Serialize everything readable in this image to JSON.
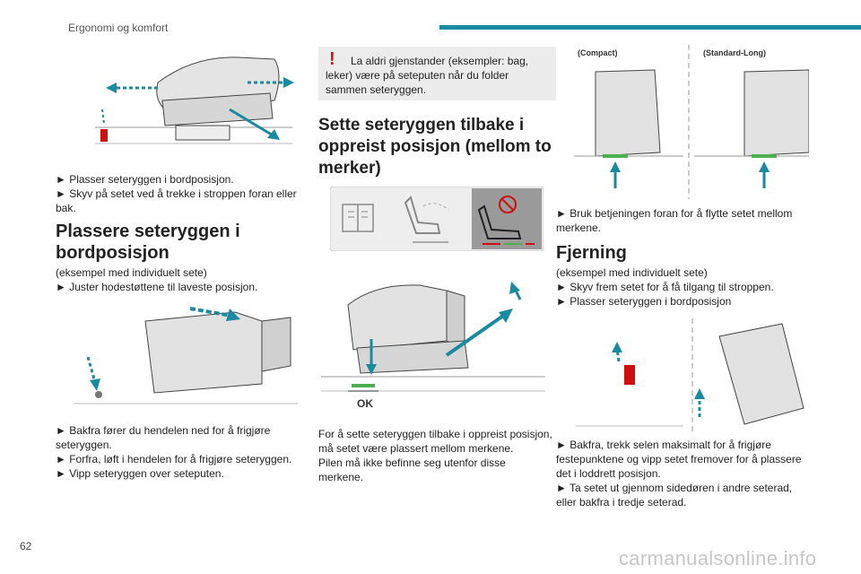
{
  "header": {
    "section_title": "Ergonomi og komfort"
  },
  "page_number": "62",
  "watermark": "carmanualsonline.info",
  "colors": {
    "accent": "#1a8aa0",
    "arrow": "#1a8aa0",
    "warning": "#d01010",
    "ok_mark": "#4caf50"
  },
  "column1": {
    "steps_top": [
      "► Plasser seteryggen i bordposisjon.",
      "► Skyv på setet ved å trekke i stroppen foran eller bak."
    ],
    "heading": "Plassere seteryggen i bordposisjon",
    "intro": "(eksempel med individuelt sete)",
    "step_adjust": "► Juster hodestøttene til laveste posisjon.",
    "steps_bottom": [
      "► Bakfra fører du hendelen ned for å frigjøre seteryggen.",
      "► Forfra, løft i hendelen for å frigjøre seteryggen.",
      "► Vipp seteryggen over seteputen."
    ]
  },
  "column2": {
    "warning": "La aldri gjenstander (eksempler: bag, leker) være på seteputen når du folder sammen seteryggen.",
    "heading": "Sette seteryggen tilbake i oppreist posisjon (mellom to merker)",
    "ok_label": "OK",
    "paragraph": [
      "For å sette seteryggen tilbake i oppreist posisjon,",
      "må setet være plassert mellom merkene.",
      "Pilen må ikke befinne seg utenfor disse",
      "merkene."
    ]
  },
  "column3": {
    "label_compact": "(Compact)",
    "label_standard": "(Standard-Long)",
    "step_control": "► Bruk betjeningen foran for å flytte setet mellom merkene.",
    "heading": "Fjerning",
    "intro": "(eksempel med individuelt sete)",
    "steps": [
      "► Skyv frem setet for å få tilgang til stroppen.",
      "► Plasser seteryggen i bordposisjon"
    ],
    "steps_bottom": [
      "► Bakfra, trekk selen maksimalt for å frigjøre festepunktene og vipp setet fremover for å plassere det i loddrett posisjon.",
      "► Ta setet ut gjennom sidedøren i andre seterad, eller bakfra i tredje seterad."
    ]
  }
}
